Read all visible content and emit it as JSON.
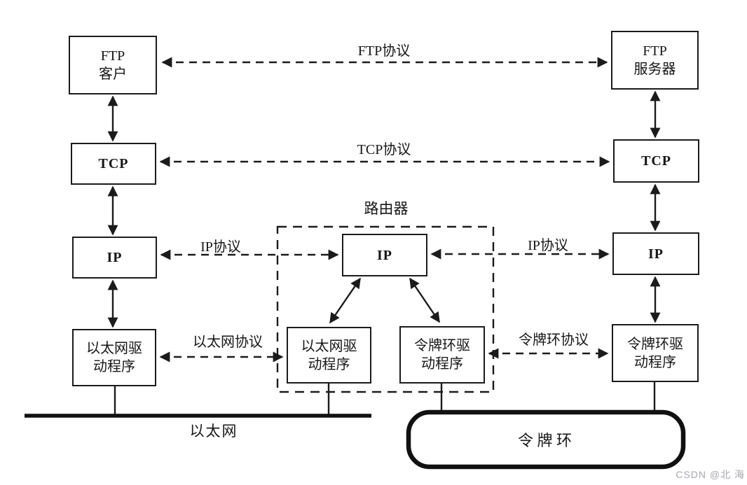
{
  "nodes": {
    "ftp_client": "FTP\n客户",
    "tcp_left": "TCP",
    "ip_left": "IP",
    "eth_driver_left": "以太网驱\n动程序",
    "ftp_server": "FTP\n服务器",
    "tcp_right": "TCP",
    "ip_right": "IP",
    "tr_driver_right": "令牌环驱\n动程序",
    "ip_router": "IP",
    "eth_driver_router": "以太网驱\n动程序",
    "tr_driver_router": "令牌环驱\n动程序"
  },
  "router": {
    "label": "路由器"
  },
  "protocols": {
    "ftp": "FTP协议",
    "tcp": "TCP协议",
    "ip_left": "IP协议",
    "ip_right": "IP协议",
    "ethernet": "以太网协议",
    "token_ring": "令牌环协议"
  },
  "networks": {
    "ethernet": "以太网",
    "token_ring": "令  牌  环"
  },
  "watermark": "CSDN @北  海",
  "colors": {
    "line": "#1b1b1b",
    "watermark": "#a7a7ae",
    "background": "#ffffff"
  }
}
